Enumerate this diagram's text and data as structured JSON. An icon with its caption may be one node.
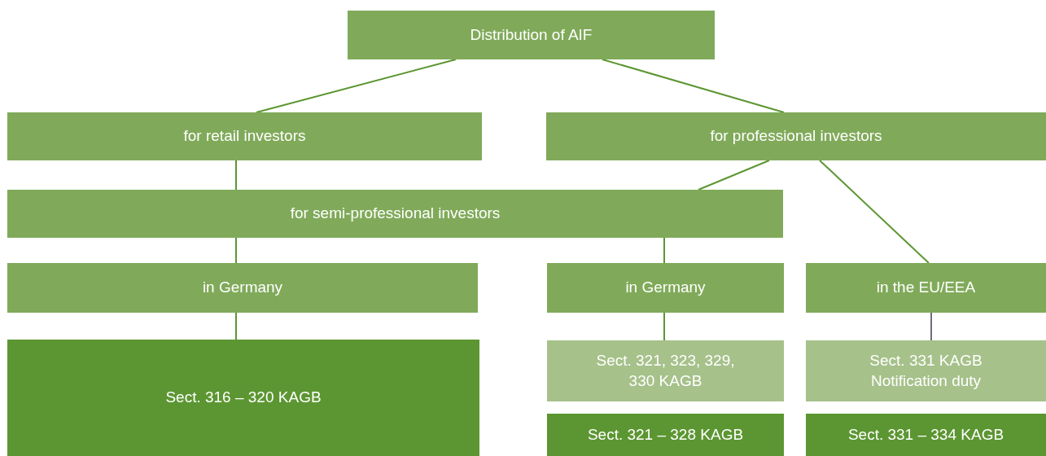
{
  "diagram": {
    "nodes": [
      {
        "text": [
          "Distribution of AIF"
        ]
      },
      {
        "text": [
          "for retail investors"
        ]
      },
      {
        "text": [
          "for professional investors"
        ]
      },
      {
        "text": [
          "for semi-professional investors"
        ]
      },
      {
        "text": [
          "in Germany"
        ]
      },
      {
        "text": [
          "in Germany"
        ]
      },
      {
        "text": [
          "in the EU/EEA"
        ]
      },
      {
        "text": [
          "Sect. 316 – 320 KAGB"
        ]
      },
      {
        "text": [
          "Sect. 321, 323, 329, 330 KAGB"
        ]
      },
      {
        "text": [
          "Sect. 331 KAGB",
          "Notification duty"
        ]
      },
      {
        "text": [
          "Sect. 321 – 328 KAGB"
        ]
      },
      {
        "text": [
          "Sect. 331 – 334 KAGB"
        ]
      }
    ],
    "edges": [
      {
        "from": 0,
        "to": 1,
        "arrow": "none"
      },
      {
        "from": 0,
        "to": 2,
        "arrow": "none"
      },
      {
        "from": 1,
        "to": 3,
        "arrow": "none"
      },
      {
        "from": 2,
        "to": 3,
        "arrow": "none"
      },
      {
        "from": 3,
        "to": 4,
        "arrow": "none"
      },
      {
        "from": 3,
        "to": 5,
        "arrow": "none"
      },
      {
        "from": 2,
        "to": 6,
        "arrow": "none"
      },
      {
        "from": 4,
        "to": 7,
        "arrow": "none"
      },
      {
        "from": 5,
        "to": 8,
        "arrow": "none"
      },
      {
        "from": 6,
        "to": 9,
        "arrow": "none",
        "color": "#6e6e78"
      }
    ]
  }
}
